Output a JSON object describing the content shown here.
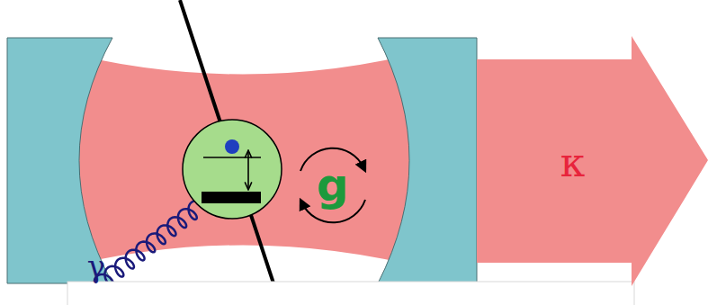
{
  "diagram": {
    "nodes": [
      {
        "text": [
          "κ"
        ]
      }
    ],
    "labels": [
      "g",
      "γ"
    ]
  }
}
